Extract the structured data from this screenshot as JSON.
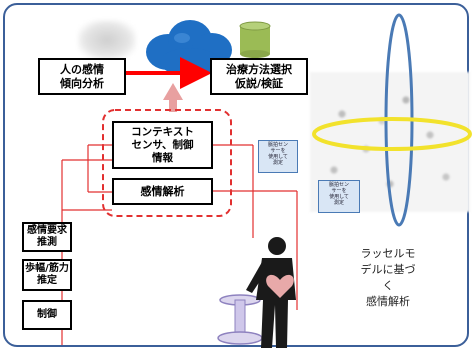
{
  "boxes": {
    "emotion_trend": [
      "人の感情",
      "傾向分析"
    ],
    "treatment": [
      "治療方法選択",
      "仮説/検証"
    ],
    "context": [
      "コンテキスト",
      "センサ、制御",
      "情報"
    ],
    "emotion_analysis": "感情解析",
    "emotion_request": [
      "感情要求",
      "推測"
    ],
    "stride": [
      "歩幅/筋力",
      "推定"
    ],
    "control": "制御"
  },
  "notes": {
    "upper": [
      "脈拍セン",
      "サーを",
      "使用して",
      "測定"
    ],
    "lower": [
      "脈拍セン",
      "サーを",
      "使用して",
      "測定"
    ]
  },
  "caption": [
    "ラッセルモ",
    "デルに基づ",
    "く",
    "感情解析"
  ],
  "colors": {
    "frame": "#3b5f99",
    "red_line": "#e23030",
    "red_arrow": "#ff0000",
    "pink_arrow": "#e8a0a0",
    "ellipse_blue": "#4a7ab5",
    "ellipse_yellow": "#f2e22c",
    "cloud_blue": "#1f6fc4",
    "database_green": "#9bbb55"
  },
  "icons": [
    "cloud-icon",
    "database-icon",
    "person-silhouette",
    "heart-icon",
    "treadmill-device"
  ]
}
